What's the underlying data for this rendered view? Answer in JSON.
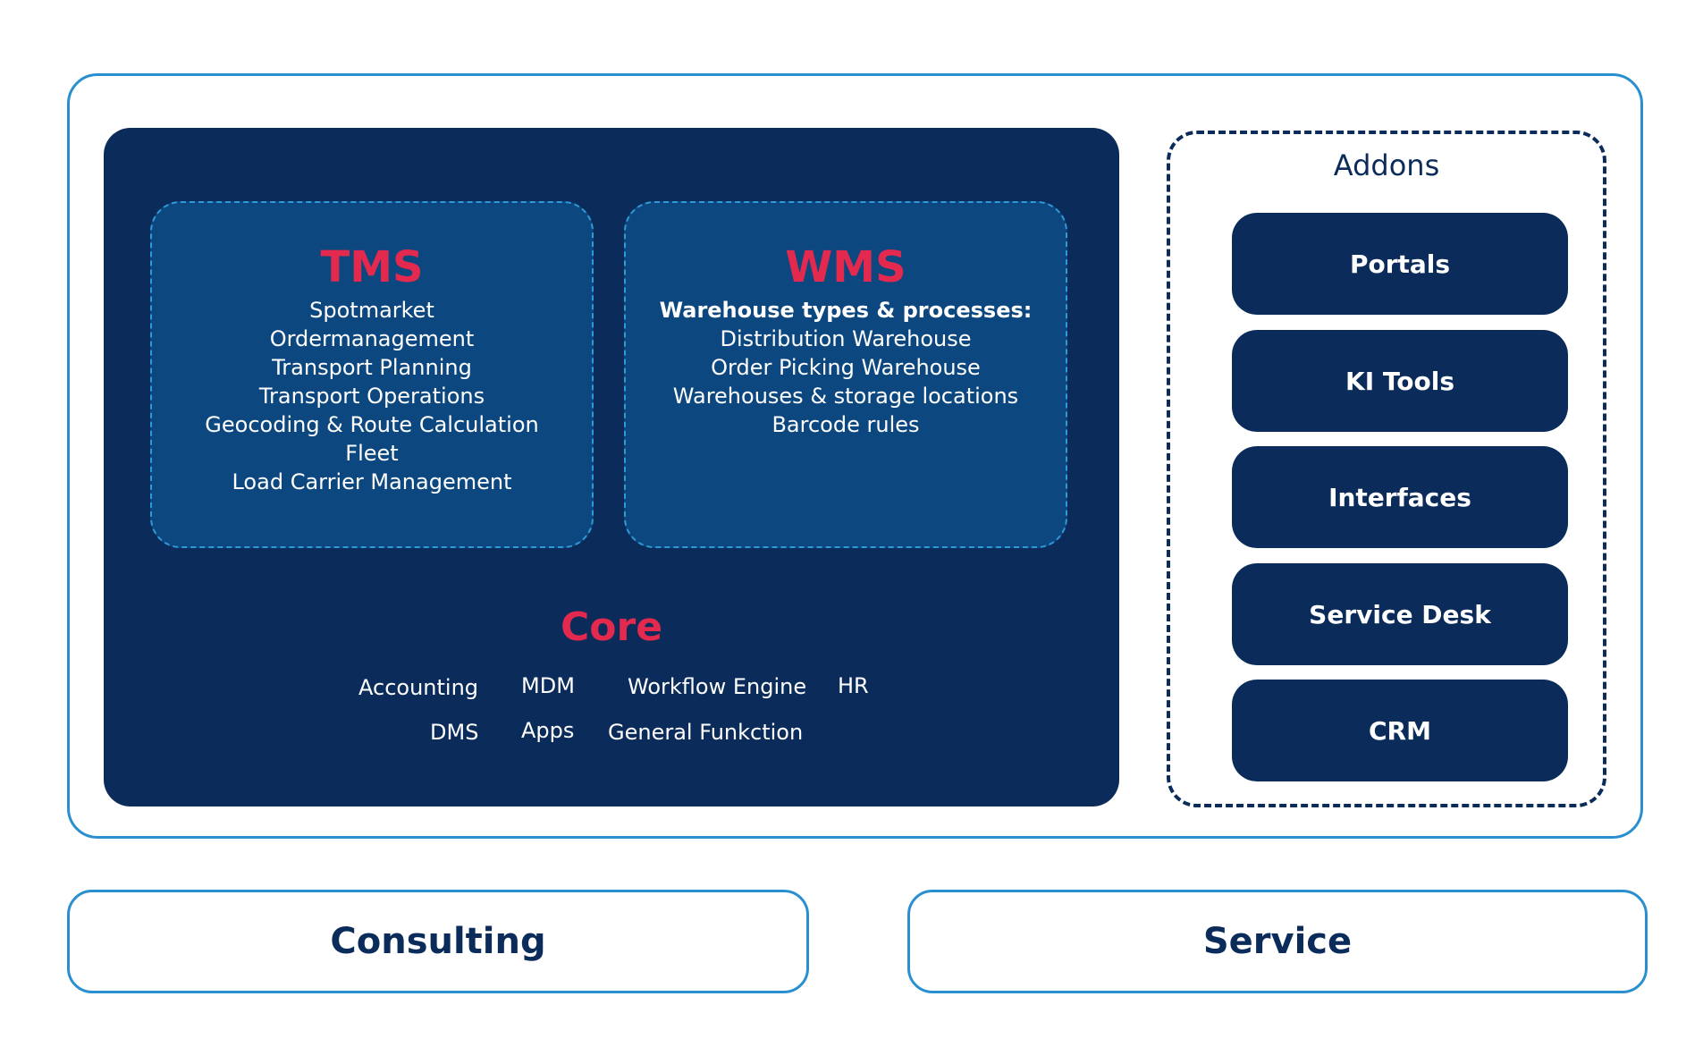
{
  "colors": {
    "navy": "#0b2c5a",
    "module_blue": "#0d477f",
    "accent_red": "#e4294f",
    "border_blue": "#2a8fcf"
  },
  "tms": {
    "title": "TMS",
    "items": [
      "Spotmarket",
      "Ordermanagement",
      "Transport Planning",
      "Transport Operations",
      "Geocoding & Route Calculation",
      "Fleet",
      "Load Carrier Management"
    ]
  },
  "wms": {
    "title": "WMS",
    "lead": "Warehouse types & processes:",
    "items": [
      "Distribution Warehouse",
      "Order Picking Warehouse",
      "Warehouses & storage locations",
      "Barcode rules"
    ]
  },
  "core": {
    "title": "Core",
    "items": [
      "Accounting",
      "MDM",
      "Workflow Engine",
      "HR",
      "DMS",
      "Apps",
      "General Funkction"
    ]
  },
  "addons": {
    "title": "Addons",
    "items": [
      "Portals",
      "KI Tools",
      "Interfaces",
      "Service Desk",
      "CRM"
    ]
  },
  "bottom": {
    "consulting": "Consulting",
    "service": "Service"
  }
}
